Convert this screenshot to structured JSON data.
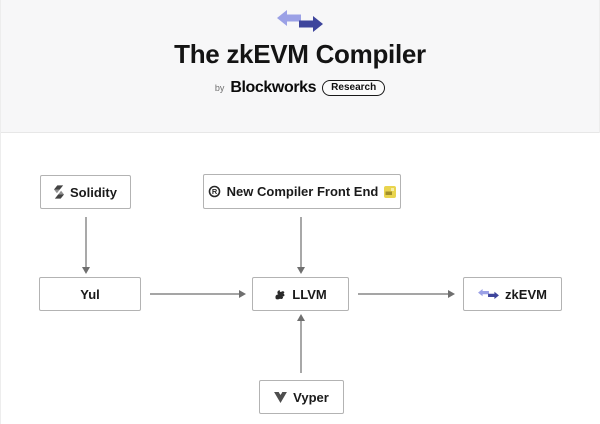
{
  "header": {
    "title": "The zkEVM Compiler",
    "byline": {
      "prefix": "by",
      "brand": "Blockworks",
      "badge": "Research"
    }
  },
  "diagram": {
    "nodes": [
      {
        "id": "solidity",
        "label": "Solidity",
        "icon": "solidity-icon"
      },
      {
        "id": "new-compiler-front-end",
        "label": "New Compiler Front End",
        "icon": "rust-gear-icon",
        "trailing_icon": "construction-icon"
      },
      {
        "id": "yul",
        "label": "Yul"
      },
      {
        "id": "llvm",
        "label": "LLVM",
        "icon": "llvm-dragon-icon"
      },
      {
        "id": "zkevm",
        "label": "zkEVM",
        "icon": "zk-arrows-icon"
      },
      {
        "id": "vyper",
        "label": "Vyper",
        "icon": "vyper-v-icon"
      }
    ],
    "edges": [
      {
        "from": "Solidity",
        "to": "Yul"
      },
      {
        "from": "New Compiler Front End",
        "to": "LLVM"
      },
      {
        "from": "Yul",
        "to": "LLVM"
      },
      {
        "from": "LLVM",
        "to": "zkEVM"
      },
      {
        "from": "Vyper",
        "to": "LLVM"
      }
    ]
  },
  "colors": {
    "header_bg": "#f7f7f8",
    "canvas_bg": "#ffffff",
    "box_border": "#b3b3b3",
    "arrow": "#6f6f6f",
    "logo_left_arrow": "#9ba1e6",
    "logo_right_arrow": "#3e459c",
    "construction_yellow": "#e9d44e",
    "text": "#161616"
  }
}
